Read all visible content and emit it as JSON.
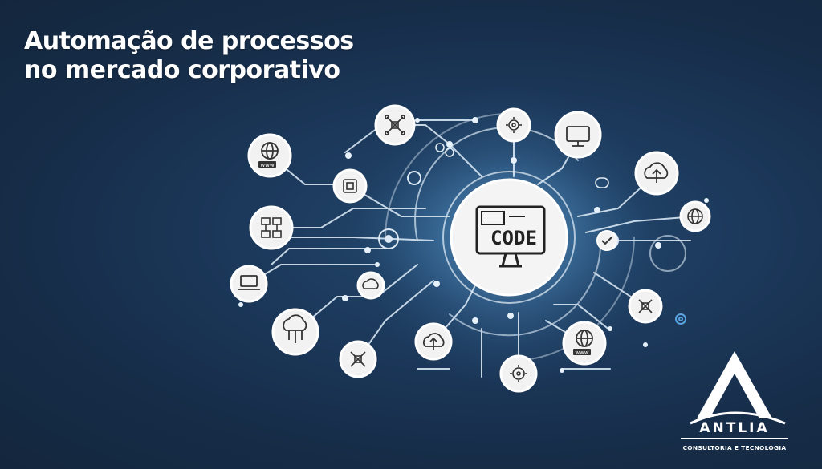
{
  "headline": {
    "line1": "Automação de processos",
    "line2": "no mercado corporativo"
  },
  "center_node": {
    "label": "CODE",
    "icon": "code-monitor-icon"
  },
  "logo": {
    "name": "ANTLIA",
    "tagline": "CONSULTORIA E TECNOLOGIA",
    "icon": "antlia-a-mark-icon"
  },
  "badge_text": {
    "www": "www"
  },
  "colors": {
    "background": "#162c47",
    "glow": "#2f5d86",
    "node_fill": "#f2f2f2",
    "line": "#c9dcec",
    "text": "#ffffff"
  }
}
